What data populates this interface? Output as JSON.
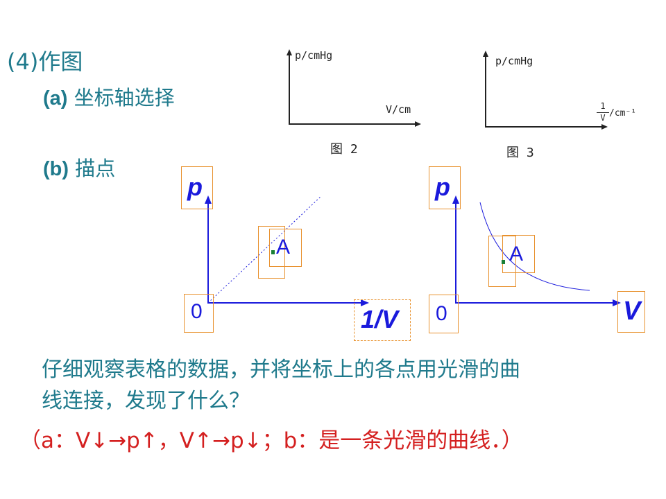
{
  "heading": "(4)作图",
  "step_a": {
    "tag": "(a)",
    "text": " 坐标轴选择"
  },
  "step_b": {
    "tag": "(b)",
    "text": " 描点"
  },
  "fig2": {
    "ylabel": "p/cmHg",
    "xlabel": "V/cm",
    "caption": "图 2"
  },
  "fig3": {
    "ylabel": "p/cmHg",
    "xlabel_num": "1",
    "xlabel_den": "V",
    "xlabel_unit": "/cm⁻¹",
    "caption": "图 3"
  },
  "plot_left": {
    "y_axis": "p",
    "x_axis": "1/V",
    "origin": "0",
    "point": "A"
  },
  "plot_right": {
    "y_axis": "p",
    "x_axis": "V",
    "origin": "0",
    "point": "A"
  },
  "question_line1": "仔细观察表格的数据，并将坐标上的各点用光滑的曲",
  "question_line2": "线连接，发现了什么？",
  "answer": "（a：V↓→p↑，V↑→p↓；b：是一条光滑的曲线．）",
  "colors": {
    "teal": "#1f7a8c",
    "axis_blue": "#1a1adc",
    "answer_red": "#d42020",
    "frame_orange": "#e8912d",
    "point_green": "#1a7f36"
  }
}
